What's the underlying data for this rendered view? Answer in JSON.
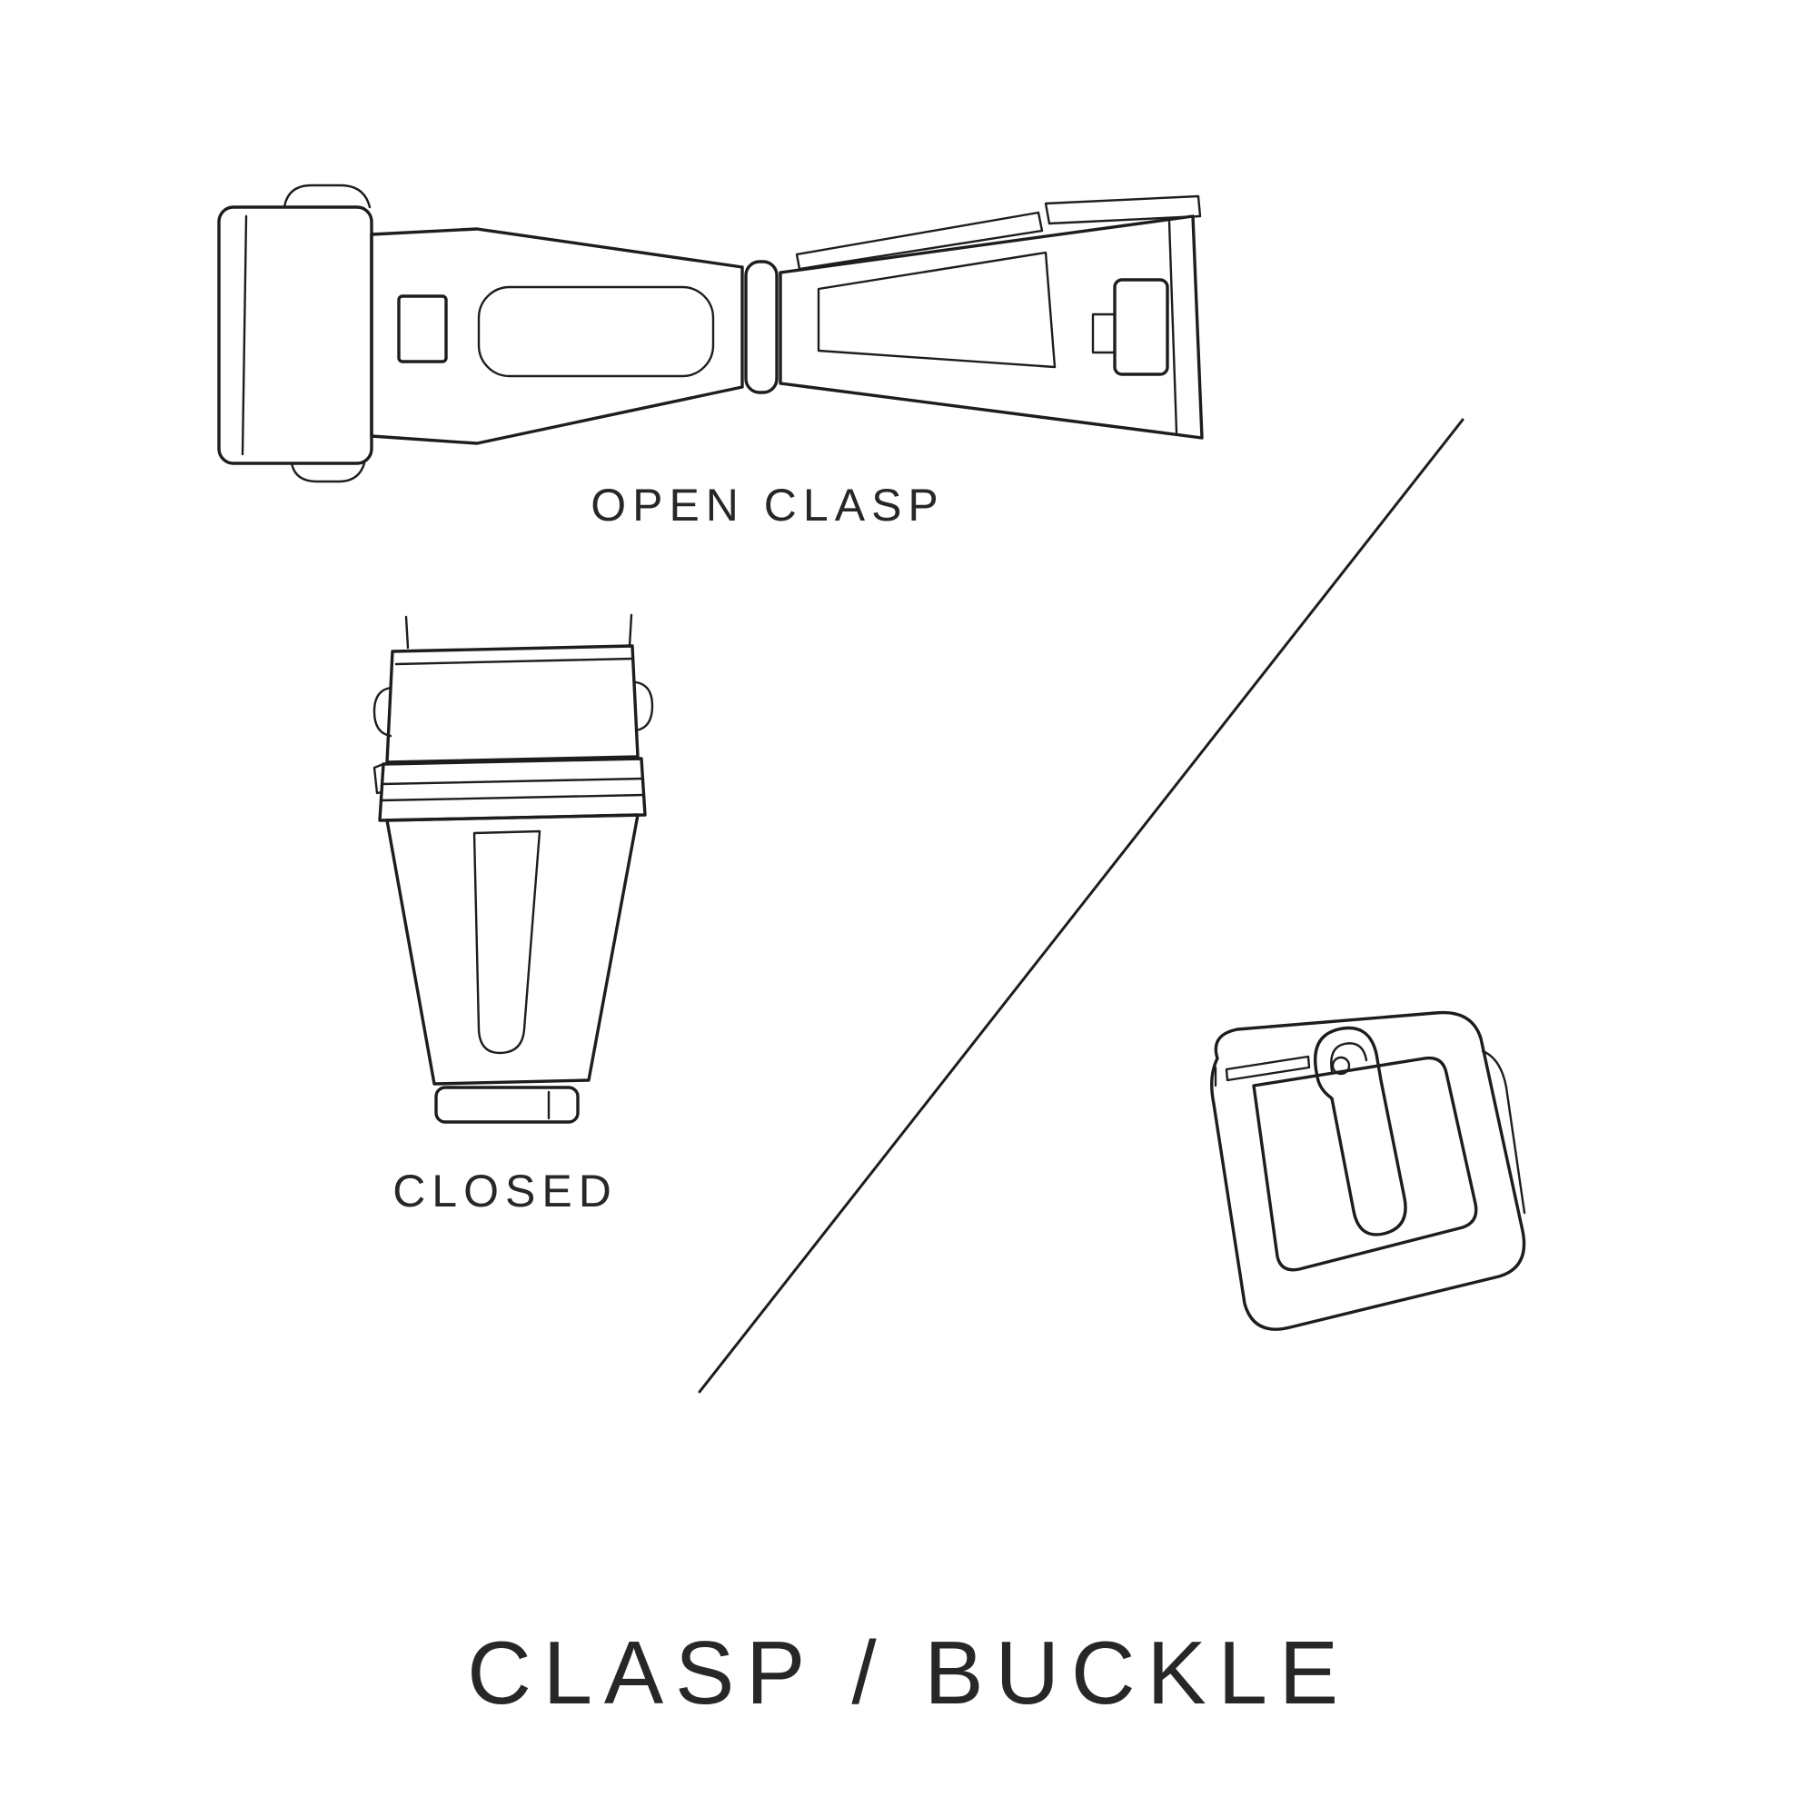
{
  "theme": {
    "background": "#ffffff",
    "line_color": "#1d1d1d",
    "text_color": "#272727"
  },
  "title": "CLASP / BUCKLE",
  "figures": {
    "open_clasp": {
      "label": "OPEN CLASP"
    },
    "closed_clasp": {
      "label": "CLOSED"
    },
    "buckle": {
      "label": ""
    }
  }
}
